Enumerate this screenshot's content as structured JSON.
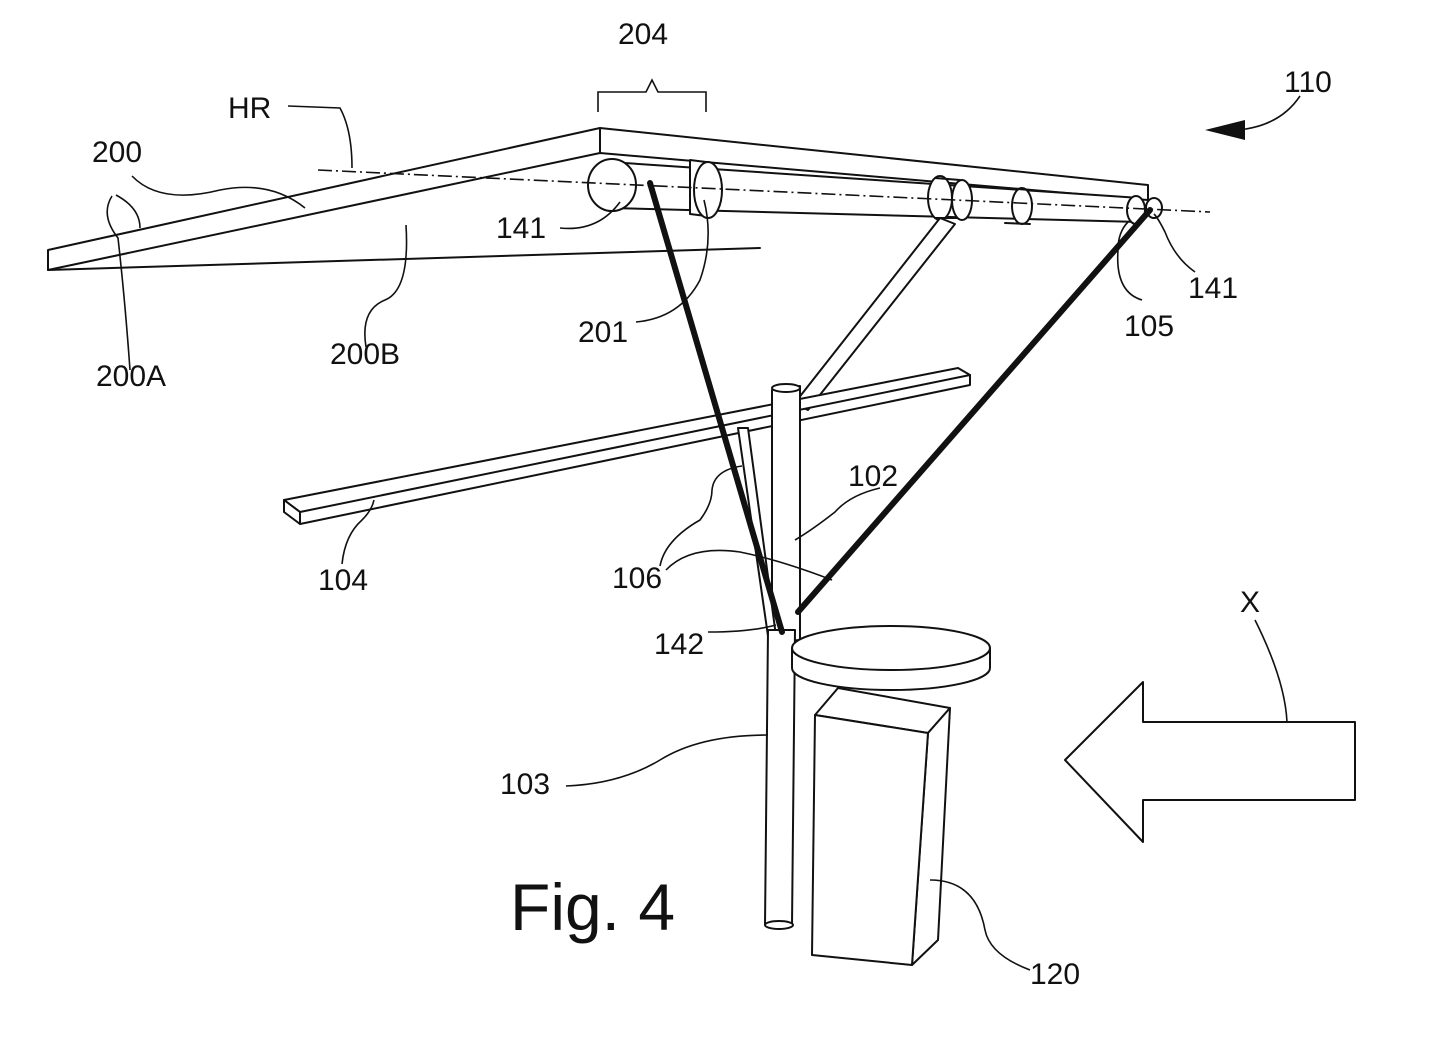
{
  "figure": {
    "caption": "Fig. 4"
  },
  "labels": {
    "l204": "204",
    "l110": "110",
    "lHR": "HR",
    "l200": "200",
    "l141a": "141",
    "l141b": "141",
    "l201": "201",
    "l105": "105",
    "l200A": "200A",
    "l200B": "200B",
    "l102": "102",
    "l104": "104",
    "l106": "106",
    "l142": "142",
    "lX": "X",
    "l103": "103",
    "l120": "120"
  }
}
